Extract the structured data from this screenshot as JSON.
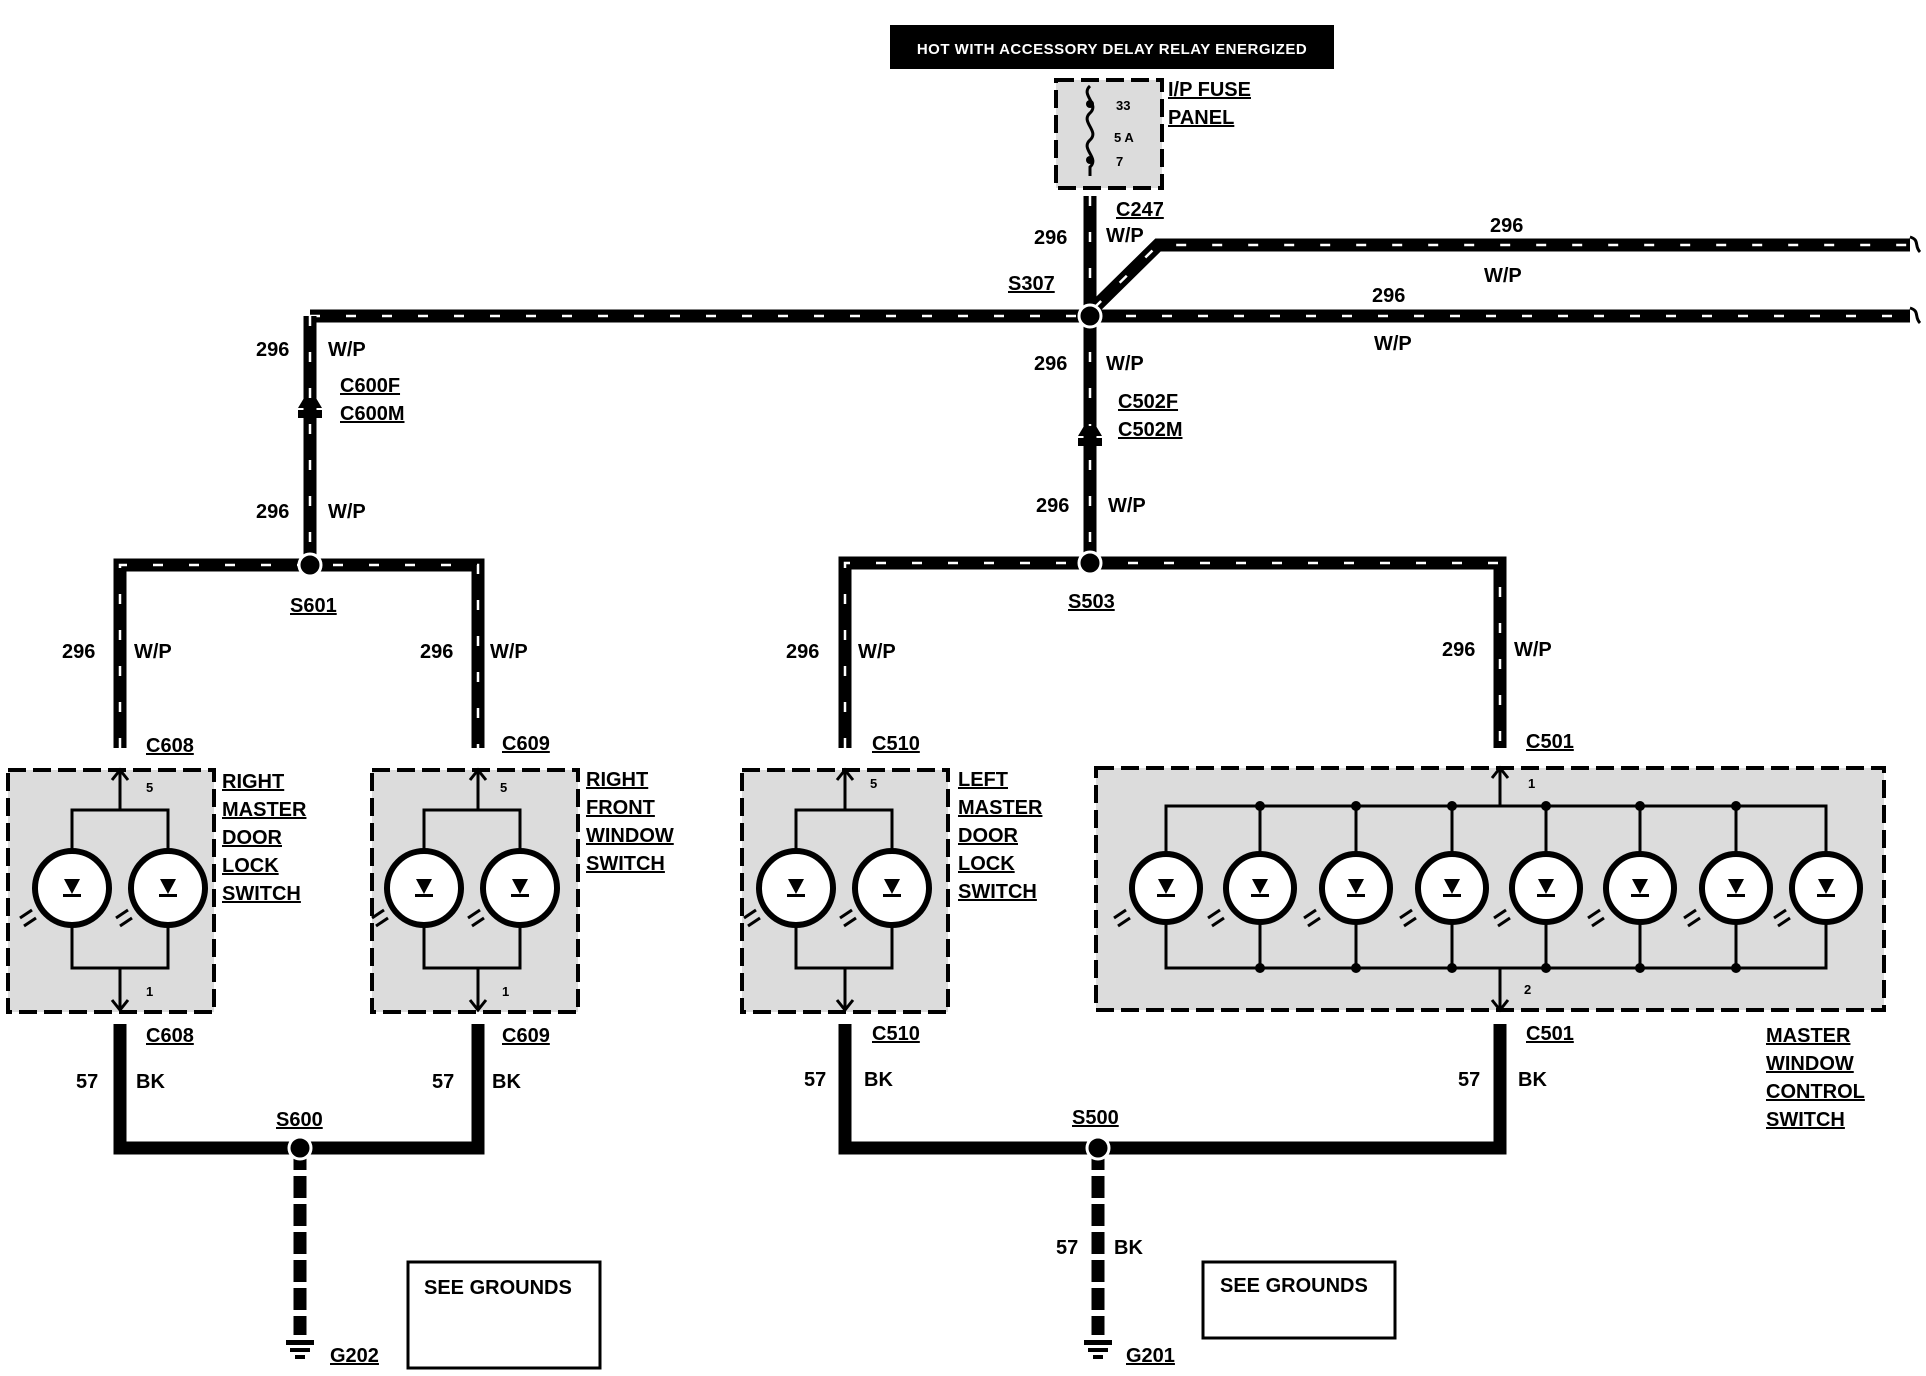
{
  "banner": "HOT WITH ACCESSORY DELAY RELAY ENERGIZED",
  "fuse_panel": {
    "line1": "I/P FUSE",
    "line2": "PANEL",
    "fuse_number": "33",
    "rating": "5 A",
    "cavity": "7"
  },
  "connectors": {
    "c247": "C247",
    "c600f": "C600F",
    "c600m": "C600M",
    "c502f": "C502F",
    "c502m": "C502M",
    "c608": "C608",
    "c609": "C609",
    "c510": "C510",
    "c501": "C501"
  },
  "splices": {
    "s307": "S307",
    "s601": "S601",
    "s503": "S503",
    "s600": "S600",
    "s500": "S500"
  },
  "grounds": {
    "g202": "G202",
    "g201": "G201"
  },
  "wires": {
    "num_296": "296",
    "color_wp": "W/P",
    "num_57": "57",
    "color_bk": "BK"
  },
  "pins": {
    "p5": "5",
    "p1": "1",
    "p2": "2"
  },
  "components": {
    "right_master_door_lock_switch": [
      "RIGHT",
      "MASTER",
      "DOOR",
      "LOCK",
      "SWITCH"
    ],
    "right_front_window_switch": [
      "RIGHT",
      "FRONT",
      "WINDOW",
      "SWITCH"
    ],
    "left_master_door_lock_switch": [
      "LEFT",
      "MASTER",
      "DOOR",
      "LOCK",
      "SWITCH"
    ],
    "master_window_control_switch": [
      "MASTER",
      "WINDOW",
      "CONTROL",
      "SWITCH"
    ]
  },
  "see_grounds": "SEE GROUNDS"
}
